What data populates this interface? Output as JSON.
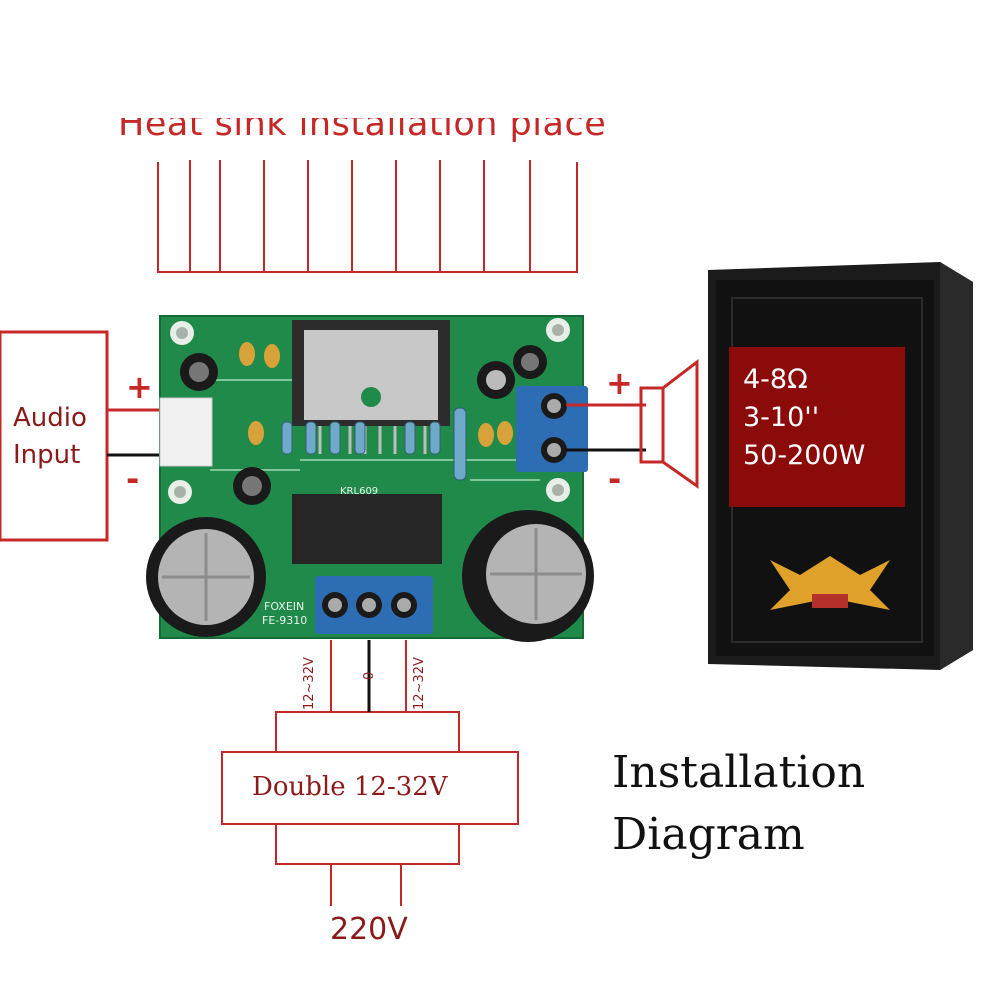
{
  "heatsink": {
    "title": "Heat sink installation place"
  },
  "audio_input": {
    "line1": "Audio",
    "line2": "Input",
    "plus": "+",
    "minus": "-"
  },
  "speaker_output": {
    "plus": "+",
    "minus": "-"
  },
  "speaker_specs": {
    "impedance": "4-8Ω",
    "size": "3-10''",
    "power": "50-200W"
  },
  "power": {
    "rail_left": "12~32V",
    "rail_center": "0",
    "rail_right": "12~32V",
    "transformer_label": "Double 12-32V",
    "mains": "220V"
  },
  "board": {
    "brand": "FOXEIN",
    "model": "FE-9310",
    "chip_label": "KRL609"
  },
  "caption": {
    "line1": "Installation",
    "line2": "Diagram"
  },
  "colors": {
    "accent_red": "#c62828",
    "spec_box": "#8b0b0b",
    "pcb_green": "#1f8a4a"
  }
}
